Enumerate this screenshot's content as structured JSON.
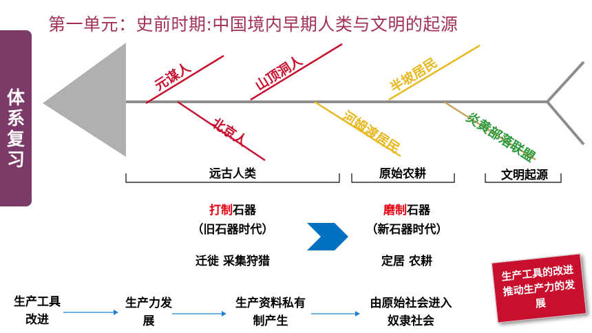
{
  "slide": {
    "title": "第一单元：史前时期:中国境内早期人类与文明的起源",
    "sidebar_label": "体系复习",
    "colors": {
      "title": "#a0305a",
      "sidebar": "#7b3a67",
      "ribs_upper_left": "#c8102e",
      "ribs_lower_right": "#e8b820",
      "ribs_green": "#2e9a3e",
      "emphasis": "#e60012",
      "arrow_blue": "#0070c0",
      "callout": "#c8102e"
    },
    "fishbone": {
      "ribs": {
        "r1": "元谋人",
        "r2": "北京人",
        "r3": "山顶洞人",
        "r4": "河姆渡居民",
        "r5": "半坡居民",
        "r6": "炎黄部落联盟"
      },
      "categories": {
        "c1": "远古人类",
        "c2": "原始农耕",
        "c3": "文明起源"
      }
    },
    "left_info": {
      "tool_em": "打制",
      "tool_rest": "石器",
      "era": "（旧石器时代）",
      "life": "迁徙  采集狩猎"
    },
    "right_info": {
      "tool_em": "磨制",
      "tool_rest": "石器",
      "era": "（新石器时代）",
      "life": "定居  农耕"
    },
    "chain": {
      "s1": "生产工具改进",
      "s2": "生产力发展",
      "s3": "生产资料私有制产生",
      "s4": "由原始社会进入奴隶社会"
    },
    "callout": "生产工具的改进推动生产力的发展"
  }
}
